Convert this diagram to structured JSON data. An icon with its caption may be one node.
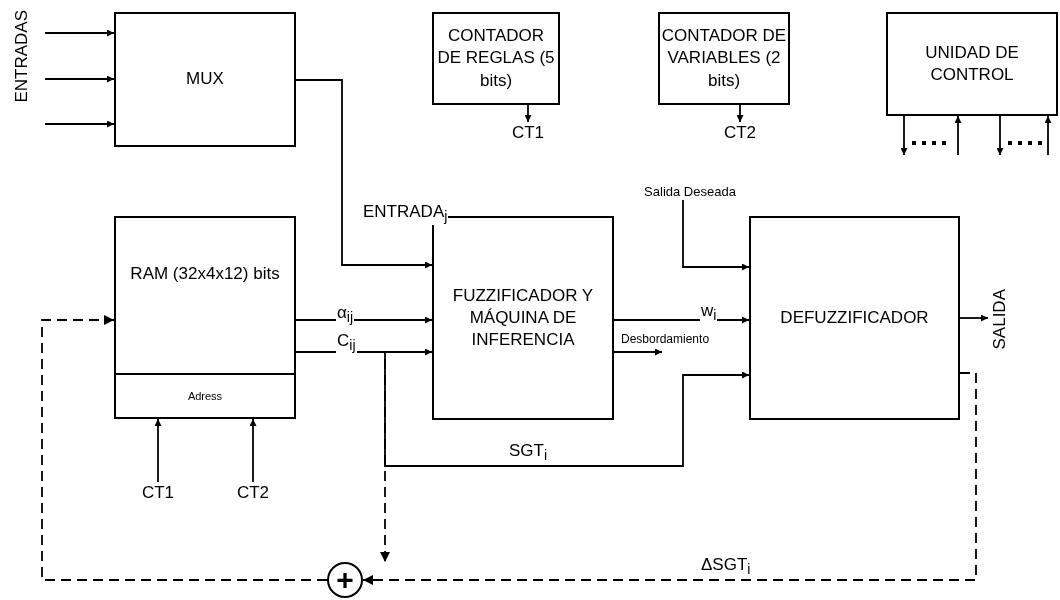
{
  "diagram": {
    "nodes": [
      {
        "text": [
          "MUX"
        ]
      },
      {
        "text": [
          "CONTADOR DE REGLAS (5 bits)"
        ]
      },
      {
        "text": [
          "CONTADOR DE VARIABLES (2 bits)"
        ]
      },
      {
        "text": [
          "UNIDAD DE CONTROL"
        ]
      },
      {
        "text": [
          "RAM (32x4x12) bits"
        ]
      },
      {
        "text": [
          "Adress"
        ],
        "in": 4
      },
      {
        "text": [
          "FUZZIFICADOR Y MÁQUINA DE INFERENCIA"
        ]
      },
      {
        "text": [
          "DEFUZZIFICADOR"
        ]
      },
      {
        "text": [
          "+"
        ]
      },
      {
        "text": [
          "CT1"
        ]
      },
      {
        "text": [
          "CT2"
        ]
      },
      {
        "text": [
          "CT1"
        ]
      },
      {
        "text": [
          "CT2"
        ]
      },
      {
        "text": [
          "SALIDA"
        ]
      },
      {
        "text": [
          "Salida Deseada"
        ]
      }
    ],
    "edges": [
      {
        "from": null,
        "to": 0,
        "arrow": "to"
      },
      {
        "from": null,
        "to": 0,
        "arrow": "to"
      },
      {
        "from": null,
        "to": 0,
        "arrow": "to"
      },
      {
        "from": 1,
        "to": 9,
        "arrow": "to"
      },
      {
        "from": 2,
        "to": 10,
        "arrow": "to"
      },
      {
        "from": 3,
        "to": null,
        "arrow": "to"
      },
      {
        "from": null,
        "to": 3,
        "arrow": "to"
      },
      {
        "from": 3,
        "to": null,
        "arrow": "to"
      },
      {
        "from": null,
        "to": 3,
        "arrow": "to"
      },
      {
        "from": 0,
        "to": 6,
        "arrow": "to",
        "label": "ENTRADA$_{j}$"
      },
      {
        "from": 4,
        "to": 6,
        "arrow": "to",
        "label": "α$_{ij}$"
      },
      {
        "from": 4,
        "to": 6,
        "arrow": "to",
        "label": "C$_{ij}$"
      },
      {
        "from": 4,
        "to": 7,
        "arrow": "to",
        "label": "SGT$_{i}$"
      },
      {
        "from": 4,
        "to": 8,
        "arrow": "to",
        "style": "dashed"
      },
      {
        "from": 6,
        "to": 7,
        "arrow": "to",
        "label": "w$_{i}$"
      },
      {
        "from": 6,
        "to": null,
        "arrow": "to",
        "label": "Desbordamiento"
      },
      {
        "from": 14,
        "to": 7,
        "arrow": "to"
      },
      {
        "from": 7,
        "to": 13,
        "arrow": "to"
      },
      {
        "from": 7,
        "to": 8,
        "arrow": "to",
        "style": "dashed",
        "label": "ΔSGT$_{i}$"
      },
      {
        "from": 8,
        "to": 4,
        "arrow": "to",
        "style": "dashed"
      },
      {
        "from": 11,
        "to": 5,
        "arrow": "to"
      },
      {
        "from": 12,
        "to": 5,
        "arrow": "to"
      }
    ],
    "labels": [
      "ENTRADAS"
    ]
  }
}
